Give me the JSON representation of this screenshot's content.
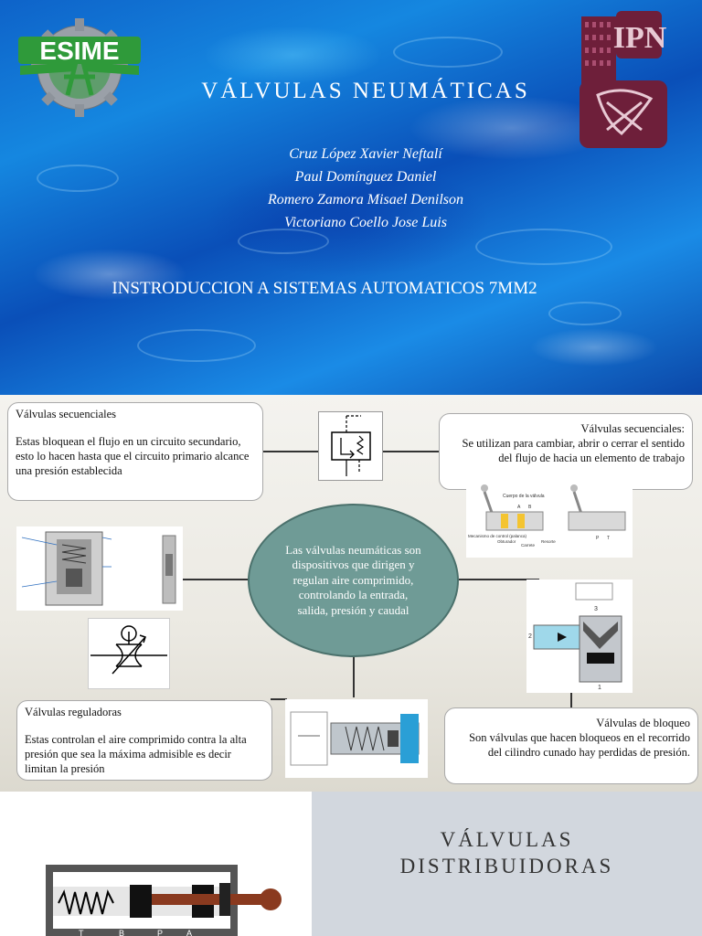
{
  "slide1": {
    "title": "VÁLVULAS NEUMÁTICAS",
    "authors": [
      "Cruz López Xavier Neftalí",
      "Paul Domínguez Daniel",
      "Romero Zamora Misael Denilson",
      "Victoriano Coello Jose Luis"
    ],
    "course": "INSTRODUCCION A SISTEMAS AUTOMATICOS 7MM2",
    "logo_left": {
      "icon": "esime-logo-icon",
      "text": "ESIME",
      "color": "#2f9a3a"
    },
    "logo_right": {
      "icon": "ipn-logo-icon",
      "text": "IPN",
      "color": "#6e1f3a"
    }
  },
  "slide2": {
    "center_text": "Las válvulas neumáticas son dispositivos que dirigen y regulan aire comprimido, controlando la entrada, salida, presión y caudal",
    "boxes": {
      "top_left": {
        "heading": "Válvulas secuenciales",
        "body": "Estas bloquean el flujo en un circuito secundario, esto lo hacen hasta que el circuito primario alcance una presión establecida"
      },
      "top_right": {
        "heading": "Válvulas secuenciales:",
        "body": "Se utilizan para cambiar, abrir o cerrar el sentido del flujo de hacia un elemento de trabajo"
      },
      "bottom_left": {
        "heading": "Válvulas reguladoras",
        "body": "Estas controlan el aire comprimido contra la alta presión que sea la máxima admisible es decir limitan la presión"
      },
      "bottom_right": {
        "heading": "Válvulas de bloqueo",
        "body": "Son válvulas que hacen bloqueos en el recorrido del cilindro cunado hay perdidas de presión."
      }
    },
    "diagram_labels": {
      "spool_valve": [
        "Cuerpo de la válvula",
        "Mecanismo de control (palanca)",
        "Obturador",
        "Carrete",
        "Resorte"
      ],
      "port_labels": [
        "A",
        "B",
        "P",
        "T",
        "1",
        "2",
        "3"
      ]
    },
    "accent_color": "#6f9b96"
  },
  "slide3": {
    "title_line1": "VÁLVULAS",
    "title_line2": "DISTRIBUIDORAS",
    "diagram_ports": [
      "T",
      "B",
      "P",
      "A"
    ]
  }
}
